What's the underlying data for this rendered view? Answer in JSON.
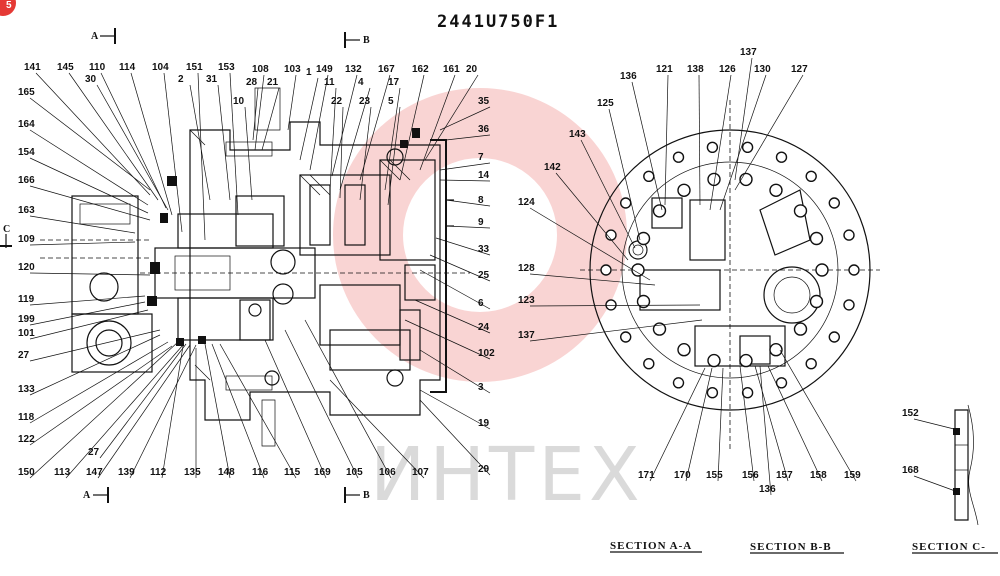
{
  "title": "2441U750F1",
  "page_badge": "5",
  "watermark_text": "ИНТЕХ",
  "watermark_color": "#e53935",
  "section_markers": {
    "a_top": "A",
    "b_top": "B",
    "a_bottom": "A",
    "b_bottom": "B",
    "c_left": "C"
  },
  "section_labels": {
    "aa": "SECTION A-A",
    "bb": "SECTION B-B",
    "c": "SECTION C-"
  },
  "main_labels": [
    {
      "text": "141"
    },
    {
      "text": "145"
    },
    {
      "text": "110"
    },
    {
      "text": "114"
    },
    {
      "text": "104"
    },
    {
      "text": "151"
    },
    {
      "text": "153"
    },
    {
      "text": "108"
    },
    {
      "text": "103"
    },
    {
      "text": "1"
    },
    {
      "text": "149"
    },
    {
      "text": "132"
    },
    {
      "text": "167"
    },
    {
      "text": "162"
    },
    {
      "text": "161"
    },
    {
      "text": "20"
    },
    {
      "text": "30"
    },
    {
      "text": "2"
    },
    {
      "text": "31"
    },
    {
      "text": "28"
    },
    {
      "text": "21"
    },
    {
      "text": "11"
    },
    {
      "text": "4"
    },
    {
      "text": "17"
    },
    {
      "text": "10"
    },
    {
      "text": "22"
    },
    {
      "text": "23"
    },
    {
      "text": "5"
    },
    {
      "text": "35"
    },
    {
      "text": "36"
    },
    {
      "text": "165"
    },
    {
      "text": "164"
    },
    {
      "text": "154"
    },
    {
      "text": "166"
    },
    {
      "text": "163"
    },
    {
      "text": "109"
    },
    {
      "text": "120"
    },
    {
      "text": "119"
    },
    {
      "text": "199"
    },
    {
      "text": "101"
    },
    {
      "text": "27"
    },
    {
      "text": "133"
    },
    {
      "text": "118"
    },
    {
      "text": "122"
    },
    {
      "text": "150"
    },
    {
      "text": "113"
    },
    {
      "text": "147"
    },
    {
      "text": "27"
    },
    {
      "text": "139"
    },
    {
      "text": "112"
    },
    {
      "text": "135"
    },
    {
      "text": "148"
    },
    {
      "text": "116"
    },
    {
      "text": "115"
    },
    {
      "text": "169"
    },
    {
      "text": "105"
    },
    {
      "text": "106"
    },
    {
      "text": "107"
    },
    {
      "text": "29"
    },
    {
      "text": "7"
    },
    {
      "text": "14"
    },
    {
      "text": "8"
    },
    {
      "text": "9"
    },
    {
      "text": "33"
    },
    {
      "text": "25"
    },
    {
      "text": "6"
    },
    {
      "text": "24"
    },
    {
      "text": "102"
    },
    {
      "text": "3"
    },
    {
      "text": "19"
    }
  ],
  "section_aa_labels": [
    {
      "text": "137"
    },
    {
      "text": "136"
    },
    {
      "text": "121"
    },
    {
      "text": "138"
    },
    {
      "text": "126"
    },
    {
      "text": "130"
    },
    {
      "text": "127"
    },
    {
      "text": "125"
    },
    {
      "text": "143"
    },
    {
      "text": "142"
    },
    {
      "text": "124"
    },
    {
      "text": "128"
    },
    {
      "text": "123"
    },
    {
      "text": "137"
    },
    {
      "text": "171"
    },
    {
      "text": "170"
    },
    {
      "text": "155"
    },
    {
      "text": "156"
    },
    {
      "text": "157"
    },
    {
      "text": "158"
    },
    {
      "text": "159"
    },
    {
      "text": "136"
    }
  ],
  "section_c_labels": [
    {
      "text": "152"
    },
    {
      "text": "168"
    }
  ]
}
